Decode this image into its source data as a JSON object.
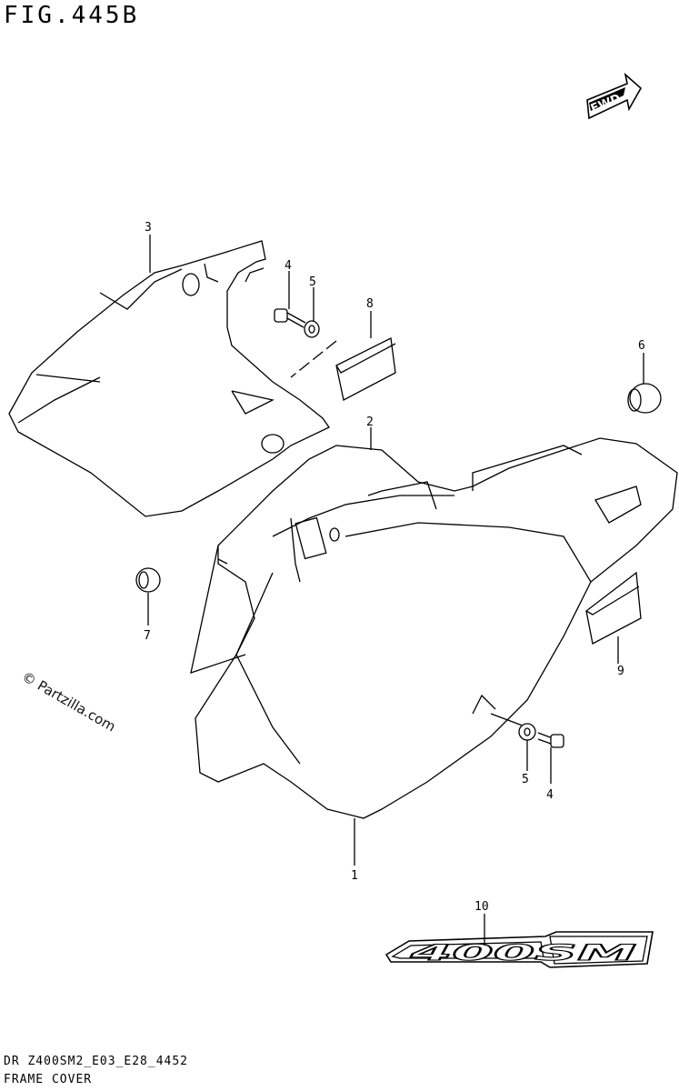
{
  "header": {
    "figure_title": "FIG.445B"
  },
  "fwd_badge": {
    "text": "FWD"
  },
  "watermark": {
    "text": "© Partzilla.com"
  },
  "callouts": [
    {
      "id": "c1a",
      "label": "1"
    },
    {
      "id": "c2a",
      "label": "2"
    },
    {
      "id": "c3a",
      "label": "3"
    },
    {
      "id": "c4a",
      "label": "4"
    },
    {
      "id": "c4b",
      "label": "4"
    },
    {
      "id": "c5a",
      "label": "5"
    },
    {
      "id": "c5b",
      "label": "5"
    },
    {
      "id": "c6a",
      "label": "6"
    },
    {
      "id": "c7a",
      "label": "7"
    },
    {
      "id": "c8a",
      "label": "8"
    },
    {
      "id": "c9a",
      "label": "9"
    },
    {
      "id": "c10a",
      "label": "10"
    }
  ],
  "emblem": {
    "text": "400SM"
  },
  "footer": {
    "model_code": "DR Z400SM2_E03_E28_4452",
    "section_name": "FRAME COVER"
  }
}
